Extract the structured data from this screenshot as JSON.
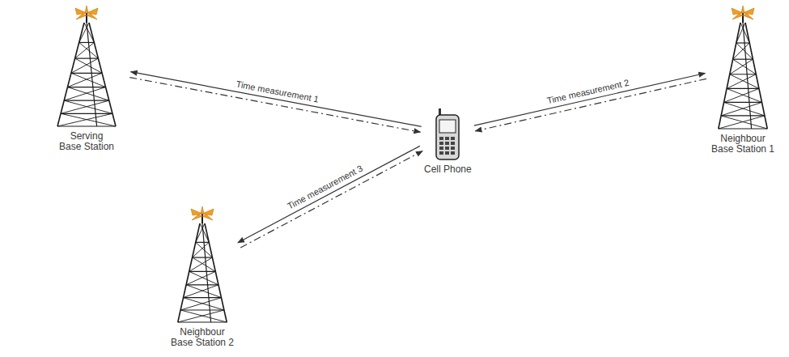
{
  "diagram": {
    "nodes": [
      {
        "text": [
          "Serving Base Station"
        ]
      },
      {
        "text": [
          "Neighbour Base Station 1"
        ]
      },
      {
        "text": [
          "Cell Phone"
        ]
      },
      {
        "text": [
          "Neighbour Base Station 2"
        ]
      }
    ],
    "edges": [
      {
        "from": 2,
        "to": 0,
        "arrow": "both",
        "label": "Time measurement 1"
      },
      {
        "from": 2,
        "to": 1,
        "arrow": "both",
        "label": "Time measurement 2"
      },
      {
        "from": 2,
        "to": 3,
        "arrow": "both",
        "label": "Time measurement 3"
      }
    ]
  }
}
